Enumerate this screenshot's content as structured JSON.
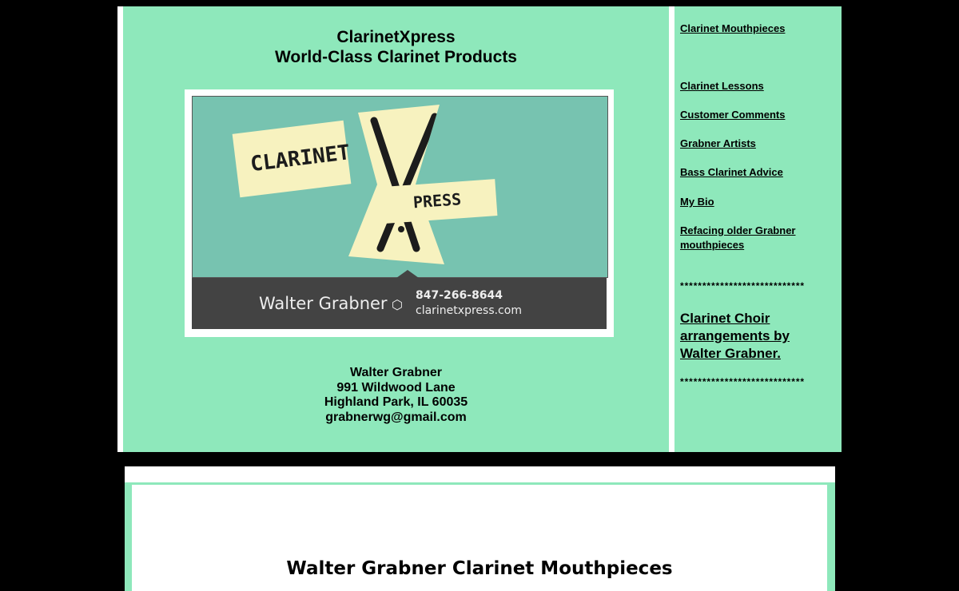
{
  "header": {
    "title_line1": "ClarinetXpress",
    "title_line2": "World-Class Clarinet Products"
  },
  "business_card": {
    "word_left": "CLARINET",
    "word_right": "PRESS",
    "name": "Walter Grabner",
    "phone": "847-266-8644",
    "website": "clarinetxpress.com"
  },
  "contact": {
    "name": "Walter Grabner",
    "street": "991 Wildwood Lane",
    "city": "Highland Park, IL 60035",
    "email": "grabnerwg@gmail.com"
  },
  "sidebar": {
    "links": [
      "Clarinet Mouthpieces",
      "Clarinet Lessons",
      "Customer Comments",
      "Grabner Artists",
      "Bass Clarinet Advice",
      "My Bio",
      "Refacing older Grabner mouthpieces"
    ],
    "separator": "****************************",
    "choir_link": "Clarinet Choir arrangements by Walter Grabner."
  },
  "section": {
    "heading": "Walter Grabner Clarinet Mouthpieces"
  },
  "colors": {
    "panel_green": "#8ee8bb",
    "background": "#000000"
  }
}
